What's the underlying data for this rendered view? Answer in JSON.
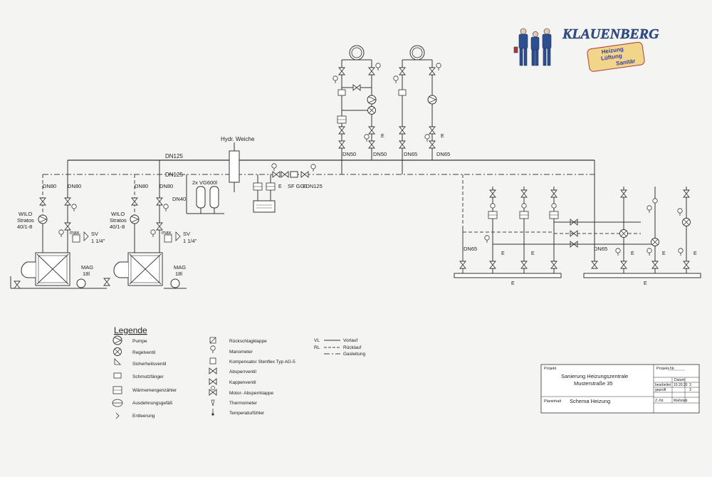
{
  "logo": {
    "brand": "KLAUENBERG",
    "tag1": "Heizung",
    "tag2": "Lüftung",
    "tag3": "Sanitär",
    "colors": {
      "brand": "#2e4f8f",
      "tag_fill": "#f0d58a",
      "tag_text": "#3a3aa0",
      "tag_border": "#b23a3a"
    }
  },
  "labels": {
    "hydr_weiche": "Hydr. Weiche",
    "dn125_a": "DN125",
    "dn125_b": "DN125",
    "vg600": "2x VG600l",
    "dn40": "DN40",
    "sf_gg": "SF GG DN125",
    "dn80_1": "DN80",
    "dn80_2": "DN80",
    "dn80_3": "DN80",
    "dn80_4": "DN80",
    "wilo1_a": "WILO",
    "wilo1_b": "Stratos",
    "wilo1_c": "40/1-8",
    "wilo2_a": "WILO",
    "wilo2_b": "Stratos",
    "wilo2_c": "40/1-8",
    "max1": "max.",
    "max2": "max.",
    "sv1_a": "SV",
    "sv1_b": "1 1/4\"",
    "sv2_a": "SV",
    "sv2_b": "1 1/4\"",
    "mag1_a": "MAG",
    "mag1_b": "18l",
    "mag2_a": "MAG",
    "mag2_b": "18l",
    "dn50_1": "DN50",
    "dn50_2": "DN50",
    "dn65_1": "DN65",
    "dn65_2": "DN65",
    "dn65_3": "DN65",
    "dn65_4": "DN65",
    "e": "E"
  },
  "legend": {
    "title": "Legende",
    "col1": [
      "Pumpe",
      "Regelventil",
      "Sicherheitsventil",
      "Schmutzfänger",
      "Wärmemengenzähler",
      "Ausdehnungsgefäß",
      "Entleerung"
    ],
    "col2": [
      "Rückschlagklappe",
      "Manometer",
      "Kompensator Stenflex Typ AG-5",
      "Absperrventil",
      "Kappenventil",
      "Motor- Absperrklappe",
      "Thermometer",
      "Temperaturfühler"
    ],
    "lines": [
      {
        "code": "VL",
        "text": "Vorlauf"
      },
      {
        "code": "RL",
        "text": "Rücklauf"
      },
      {
        "code": "",
        "text": "Gasleitung"
      }
    ]
  },
  "titleblock": {
    "projekt_label": "Projekt",
    "projekt_line1": "Sanierung Heizungszentrale",
    "projekt_line2": "Musterstraße 35",
    "plan_label": "Planinhalt",
    "plan_value": "Schema Heizung",
    "projekt_nr_label": "Projekt-Nr.",
    "row_header": "Datum",
    "bearbeitet": "bearbeitet",
    "bearbeitet_date": "10.20.20",
    "bearbeitet_val": "3",
    "geprueft": "geprüft",
    "geprueft_val": "3",
    "index": "Z.-Nr.",
    "index_val": "Maßstab"
  }
}
